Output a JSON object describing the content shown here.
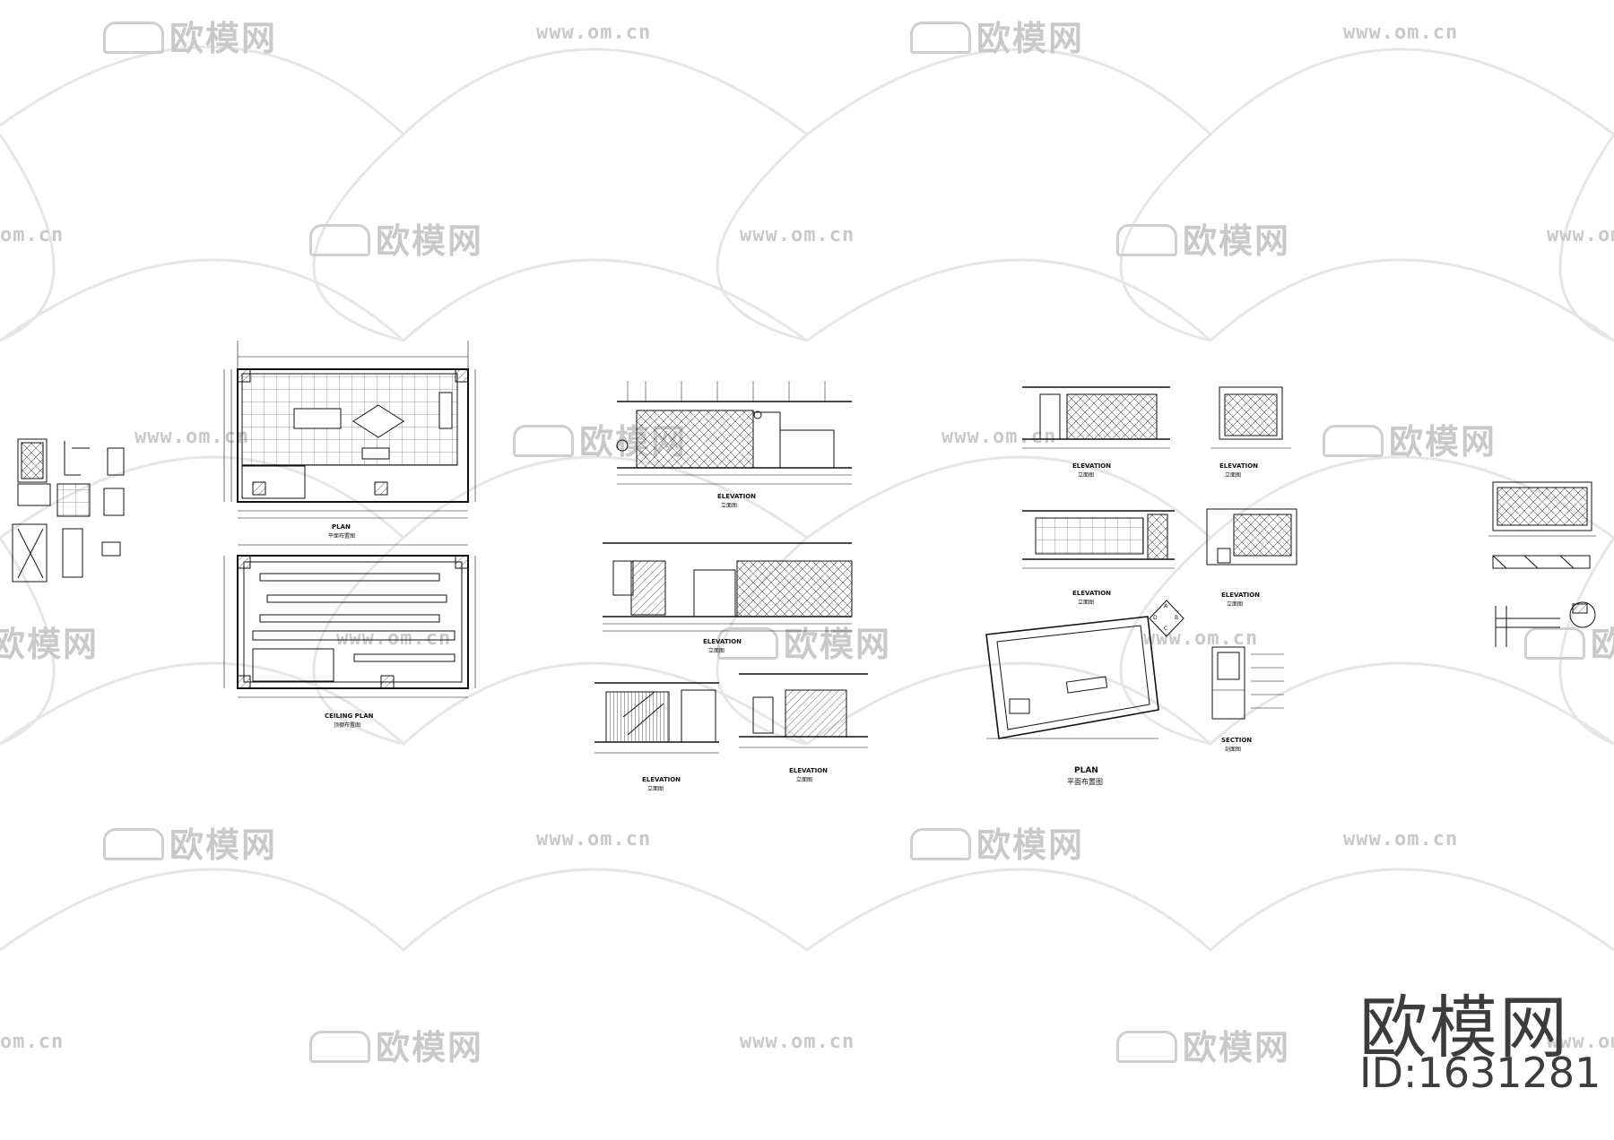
{
  "watermark": {
    "brand": "欧模网",
    "url": "www.om.cn",
    "url_short": "om.cn"
  },
  "corner_brand": {
    "title": "欧模网",
    "id": "ID:1631281"
  },
  "drawings": {
    "plan": {
      "title": "PLAN",
      "subtitle": "平面布置图"
    },
    "ceiling_plan": {
      "title": "CEILING PLAN",
      "subtitle": "顶棚布置图"
    },
    "elevation_1": {
      "title": "ELEVATION",
      "subtitle": "立面图"
    },
    "elevation_2": {
      "title": "ELEVATION",
      "subtitle": "立面图"
    },
    "elevation_3": {
      "title": "ELEVATION",
      "subtitle": "立面图"
    },
    "elevation_4": {
      "title": "ELEVATION",
      "subtitle": "立面图"
    },
    "elevation_a": {
      "title": "ELEVATION",
      "subtitle": "立面图"
    },
    "elevation_b": {
      "title": "ELEVATION",
      "subtitle": "立面图"
    },
    "elevation_c": {
      "title": "ELEVATION",
      "subtitle": "立面图"
    },
    "elevation_d": {
      "title": "ELEVATION",
      "subtitle": "立面图"
    },
    "section": {
      "title": "SECTION",
      "subtitle": "剖面图"
    },
    "plan_2": {
      "title": "PLAN",
      "subtitle": "平面布置图"
    }
  },
  "compass_letters": [
    "A",
    "B",
    "C",
    "D"
  ]
}
